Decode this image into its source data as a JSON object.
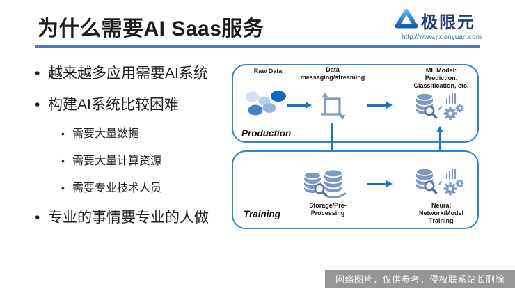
{
  "header": {
    "title": "为什么需要AI Saas服务",
    "logo_text": "极限元",
    "logo_url": "http://www.jixianyuan.com"
  },
  "bullets": [
    {
      "level": 1,
      "text": "越来越多应用需要AI系统"
    },
    {
      "level": 1,
      "text": "构建AI系统比较困难"
    },
    {
      "level": 2,
      "text": "需要大量数据"
    },
    {
      "level": 2,
      "text": "需要大量计算资源"
    },
    {
      "level": 2,
      "text": "需要专业技术人员"
    },
    {
      "level": 1,
      "text": "专业的事情要专业的人做"
    }
  ],
  "diagram": {
    "production": {
      "label": "Production",
      "raw_data_label": "Raw Data",
      "messaging_label": "Data\nmessaging/streaming",
      "ml_model_label": "ML Model:\nPrediction,\nClassification, etc."
    },
    "training": {
      "label": "Training",
      "storage_label": "Storage/Pre-\nProcessing",
      "neural_label": "Neural\nNetwork/Model\nTraining"
    }
  },
  "watermark": "网络图片，仅供参考，侵权联系站长删除",
  "colors": {
    "arrow_blue": "#1a73c4",
    "box_border_blue": "#2e85c8",
    "icon_steel_blue": "#7e9ac4",
    "rule_blue": "#4a7cba",
    "logo_navy": "#213e72",
    "url_blue": "#2e6cb4",
    "raw_data_dark_dot": "#1568c0"
  }
}
